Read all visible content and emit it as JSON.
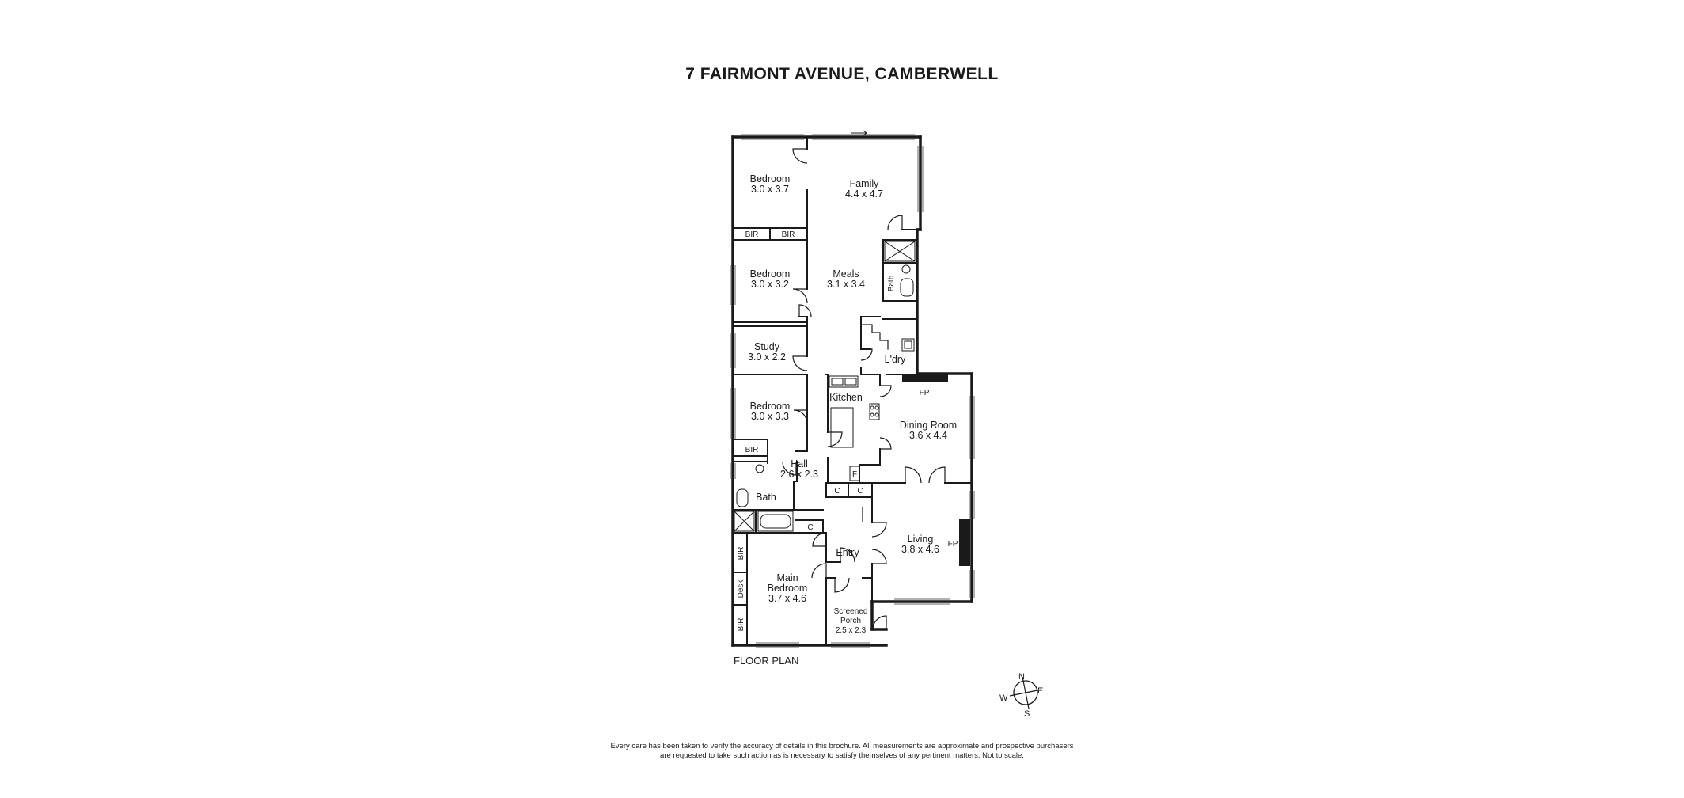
{
  "title": "7 FAIRMONT AVENUE, CAMBERWELL",
  "plan_label": "FLOOR PLAN",
  "rooms": {
    "bed1": {
      "name": "Bedroom",
      "dim": "3.0 x 3.7"
    },
    "family": {
      "name": "Family",
      "dim": "4.4 x 4.7"
    },
    "bed2": {
      "name": "Bedroom",
      "dim": "3.0 x 3.2"
    },
    "meals": {
      "name": "Meals",
      "dim": "3.1 x 3.4"
    },
    "study": {
      "name": "Study",
      "dim": "3.0 x 2.2"
    },
    "bed3": {
      "name": "Bedroom",
      "dim": "3.0 x 3.3"
    },
    "kitchen": {
      "name": "Kitchen"
    },
    "dining": {
      "name": "Dining Room",
      "dim": "3.6 x 4.4"
    },
    "hall": {
      "name": "Hall",
      "dim": "2.6 x 2.3"
    },
    "living": {
      "name": "Living",
      "dim": "3.8 x 4.6"
    },
    "entry": {
      "name": "Entry"
    },
    "main_bed": {
      "name_1": "Main",
      "name_2": "Bedroom",
      "dim": "3.7 x 4.6"
    },
    "porch": {
      "name_1": "Screened",
      "name_2": "Porch",
      "dim": "2.5 x 2.3"
    }
  },
  "labels": {
    "bir": "BIR",
    "bath": "Bath",
    "ldry": "L'dry",
    "fp": "FP",
    "fridge": "F",
    "cupboard": "C",
    "desk": "Desk"
  },
  "compass": {
    "n": "N",
    "e": "E",
    "s": "S",
    "w": "W"
  },
  "disclaimer": {
    "line1": "Every care has been taken to verify the accuracy of details in this brochure. All measurements are approximate and prospective purchasers",
    "line2": "are requested to take such action as is necessary to satisfy themselves of any pertinent matters. Not to scale."
  }
}
